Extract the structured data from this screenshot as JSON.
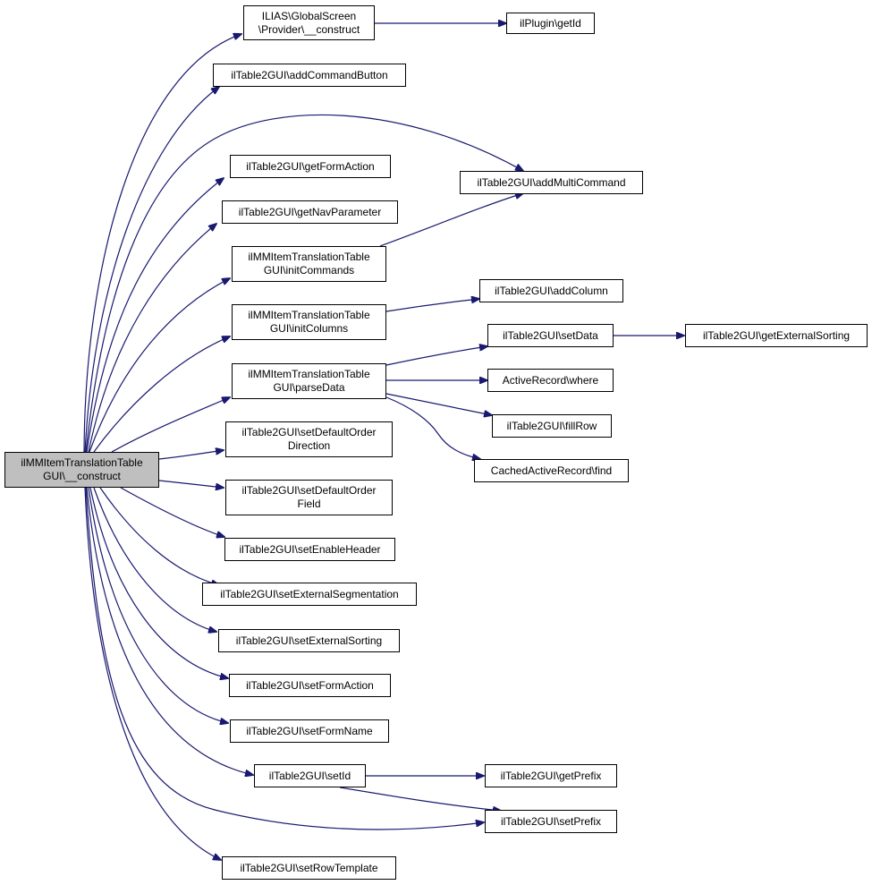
{
  "graph": {
    "edge_color": "#191970",
    "root_fill": "#bfbfbf",
    "root": {
      "line1": "ilMMItemTranslationTable",
      "line2": "GUI\\__construct"
    },
    "nodes": {
      "global_screen_construct": {
        "line1": "ILIAS\\GlobalScreen",
        "line2": "\\Provider\\__construct"
      },
      "plugin_get_id": {
        "line1": "ilPlugin\\getId"
      },
      "add_command_button": {
        "line1": "ilTable2GUI\\addCommandButton"
      },
      "get_form_action": {
        "line1": "ilTable2GUI\\getFormAction"
      },
      "add_multi_command": {
        "line1": "ilTable2GUI\\addMultiCommand"
      },
      "get_nav_parameter": {
        "line1": "ilTable2GUI\\getNavParameter"
      },
      "init_commands": {
        "line1": "ilMMItemTranslationTable",
        "line2": "GUI\\initCommands"
      },
      "add_column": {
        "line1": "ilTable2GUI\\addColumn"
      },
      "init_columns": {
        "line1": "ilMMItemTranslationTable",
        "line2": "GUI\\initColumns"
      },
      "set_data": {
        "line1": "ilTable2GUI\\setData"
      },
      "get_external_sorting": {
        "line1": "ilTable2GUI\\getExternalSorting"
      },
      "parse_data": {
        "line1": "ilMMItemTranslationTable",
        "line2": "GUI\\parseData"
      },
      "active_record_where": {
        "line1": "ActiveRecord\\where"
      },
      "fill_row": {
        "line1": "ilTable2GUI\\fillRow"
      },
      "cached_find": {
        "line1": "CachedActiveRecord\\find"
      },
      "set_default_order_direction": {
        "line1": "ilTable2GUI\\setDefaultOrder",
        "line2": "Direction"
      },
      "set_default_order_field": {
        "line1": "ilTable2GUI\\setDefaultOrder",
        "line2": "Field"
      },
      "set_enable_header": {
        "line1": "ilTable2GUI\\setEnableHeader"
      },
      "set_external_segmentation": {
        "line1": "ilTable2GUI\\setExternalSegmentation"
      },
      "set_external_sorting": {
        "line1": "ilTable2GUI\\setExternalSorting"
      },
      "set_form_action": {
        "line1": "ilTable2GUI\\setFormAction"
      },
      "set_form_name": {
        "line1": "ilTable2GUI\\setFormName"
      },
      "set_id": {
        "line1": "ilTable2GUI\\setId"
      },
      "get_prefix": {
        "line1": "ilTable2GUI\\getPrefix"
      },
      "set_prefix": {
        "line1": "ilTable2GUI\\setPrefix"
      },
      "set_row_template": {
        "line1": "ilTable2GUI\\setRowTemplate"
      }
    }
  }
}
